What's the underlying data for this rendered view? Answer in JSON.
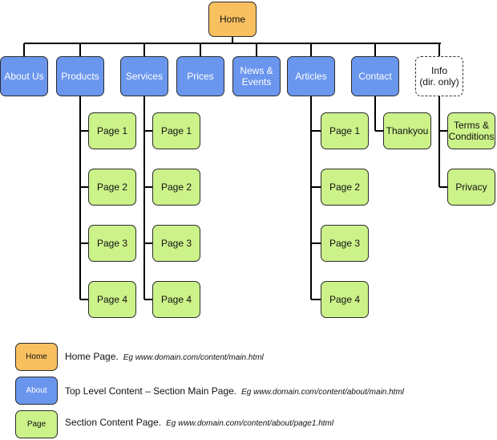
{
  "diagram": {
    "home": {
      "label": "Home"
    },
    "sections": [
      {
        "key": "about",
        "label": "About Us",
        "style": "top",
        "children": []
      },
      {
        "key": "products",
        "label": "Products",
        "style": "top",
        "children": [
          "Page 1",
          "Page 2",
          "Page 3",
          "Page 4"
        ]
      },
      {
        "key": "services",
        "label": "Services",
        "style": "top",
        "children": [
          "Page 1",
          "Page 2",
          "Page 3",
          "Page 4"
        ]
      },
      {
        "key": "prices",
        "label": "Prices",
        "style": "top",
        "children": []
      },
      {
        "key": "news",
        "label": "News &\nEvents",
        "style": "top",
        "children": []
      },
      {
        "key": "articles",
        "label": "Articles",
        "style": "top",
        "children": [
          "Page 1",
          "Page 2",
          "Page 3",
          "Page 4"
        ]
      },
      {
        "key": "contact",
        "label": "Contact",
        "style": "top",
        "children": [
          "Thankyou"
        ]
      },
      {
        "key": "info",
        "label": "Info\n(dir. only)",
        "style": "dashed",
        "children": [
          "Terms &\nConditions",
          "Privacy"
        ]
      }
    ],
    "colors": {
      "home": "#f9c060",
      "top_level": "#6a96ee",
      "page": "#ccf28a",
      "line": "#000000"
    }
  },
  "legend": [
    {
      "swatch": "Home",
      "style": "home",
      "text": "Home Page.",
      "example": "Eg www.domain.com/content/main.html"
    },
    {
      "swatch": "About",
      "style": "top",
      "text": "Top Level Content – Section Main Page.",
      "example": "Eg www.domain.com/content/about/main.html"
    },
    {
      "swatch": "Page",
      "style": "page",
      "text": "Section Content Page.",
      "example": "Eg www.domain.com/content/about/page1.html"
    }
  ]
}
